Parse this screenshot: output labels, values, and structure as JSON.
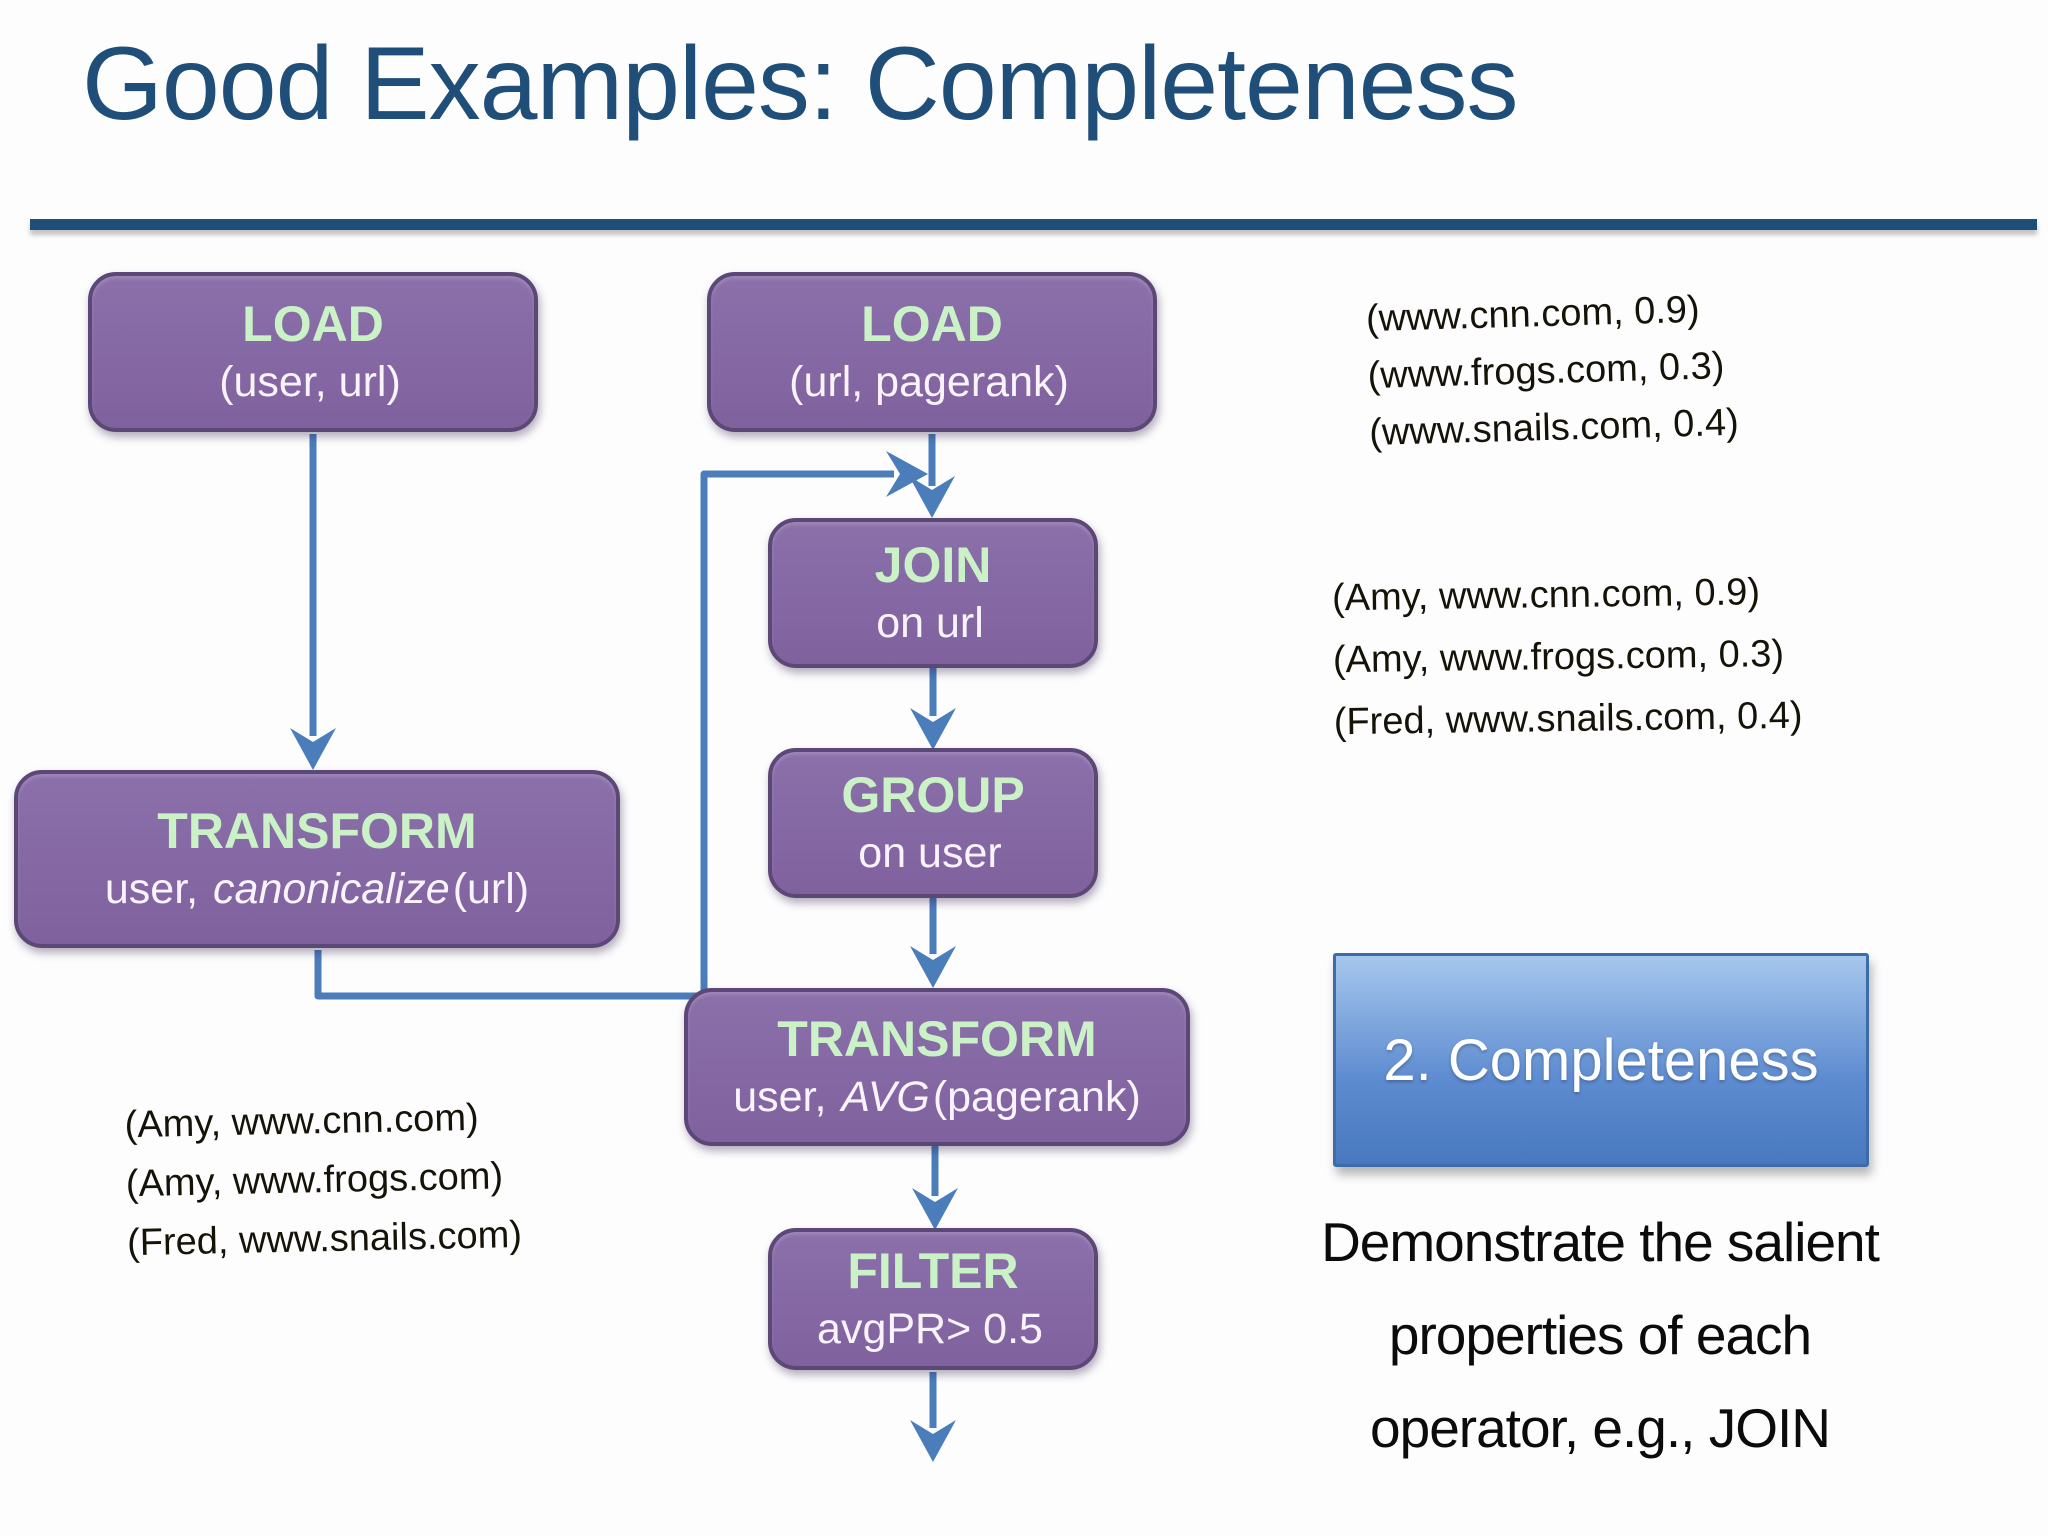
{
  "slide": {
    "title": "Good Examples: Completeness"
  },
  "flow": {
    "nodes": [
      {
        "id": "load-user-url",
        "title": "LOAD",
        "sub_pre": "(user, url)",
        "sub_italic": "",
        "sub_post": ""
      },
      {
        "id": "load-url-pagerank",
        "title": "LOAD",
        "sub_pre": "(url, pagerank)",
        "sub_italic": "",
        "sub_post": ""
      },
      {
        "id": "join-on-url",
        "title": "JOIN",
        "sub_pre": "on url",
        "sub_italic": "",
        "sub_post": ""
      },
      {
        "id": "group-on-user",
        "title": "GROUP",
        "sub_pre": "on user",
        "sub_italic": "",
        "sub_post": ""
      },
      {
        "id": "transform-canonicalize",
        "title": "TRANSFORM",
        "sub_pre": "user, ",
        "sub_italic": "canonicalize",
        "sub_post": "(url)"
      },
      {
        "id": "transform-avg",
        "title": "TRANSFORM",
        "sub_pre": "user, ",
        "sub_italic": "AVG",
        "sub_post": "(pagerank)"
      },
      {
        "id": "filter-avgpr",
        "title": "FILTER",
        "sub_pre": "avgPR> 0.5",
        "sub_italic": "",
        "sub_post": ""
      }
    ]
  },
  "sticky_notes": [
    {
      "id": "pagerank-tuples",
      "lines": [
        "(www.cnn.com, 0.9)",
        "(www.frogs.com, 0.3)",
        "(www.snails.com, 0.4)"
      ]
    },
    {
      "id": "joined-tuples",
      "lines": [
        "(Amy, www.cnn.com, 0.9)",
        "(Amy, www.frogs.com, 0.3)",
        "(Fred, www.snails.com, 0.4)"
      ]
    },
    {
      "id": "user-url-tuples",
      "lines": [
        "(Amy, www.cnn.com)",
        "(Amy, www.frogs.com)",
        "(Fred, www.snails.com)"
      ]
    }
  ],
  "callout": {
    "label": "2. Completeness"
  },
  "caption": {
    "lines": [
      "Demonstrate the salient",
      "properties of each",
      "operator, e.g., JOIN"
    ]
  },
  "colors": {
    "background": "#FDFDFE",
    "title_text": "#1F4E79",
    "divider": "#1F4E79",
    "node_fill": "#8668A8",
    "node_border": "#5C4876",
    "node_title_text": "#CBF2C6",
    "node_subtitle_text": "#F8F3FC",
    "arrow": "#4B7DBB",
    "note_fill": "#EDDA4E",
    "note_text": "#151208",
    "callout_fill_top": "#A6C7ED",
    "callout_fill_bottom": "#4878BE",
    "callout_border": "#3E6CA8",
    "callout_text": "#FFFFFF",
    "caption_text": "#0B0B0B"
  }
}
